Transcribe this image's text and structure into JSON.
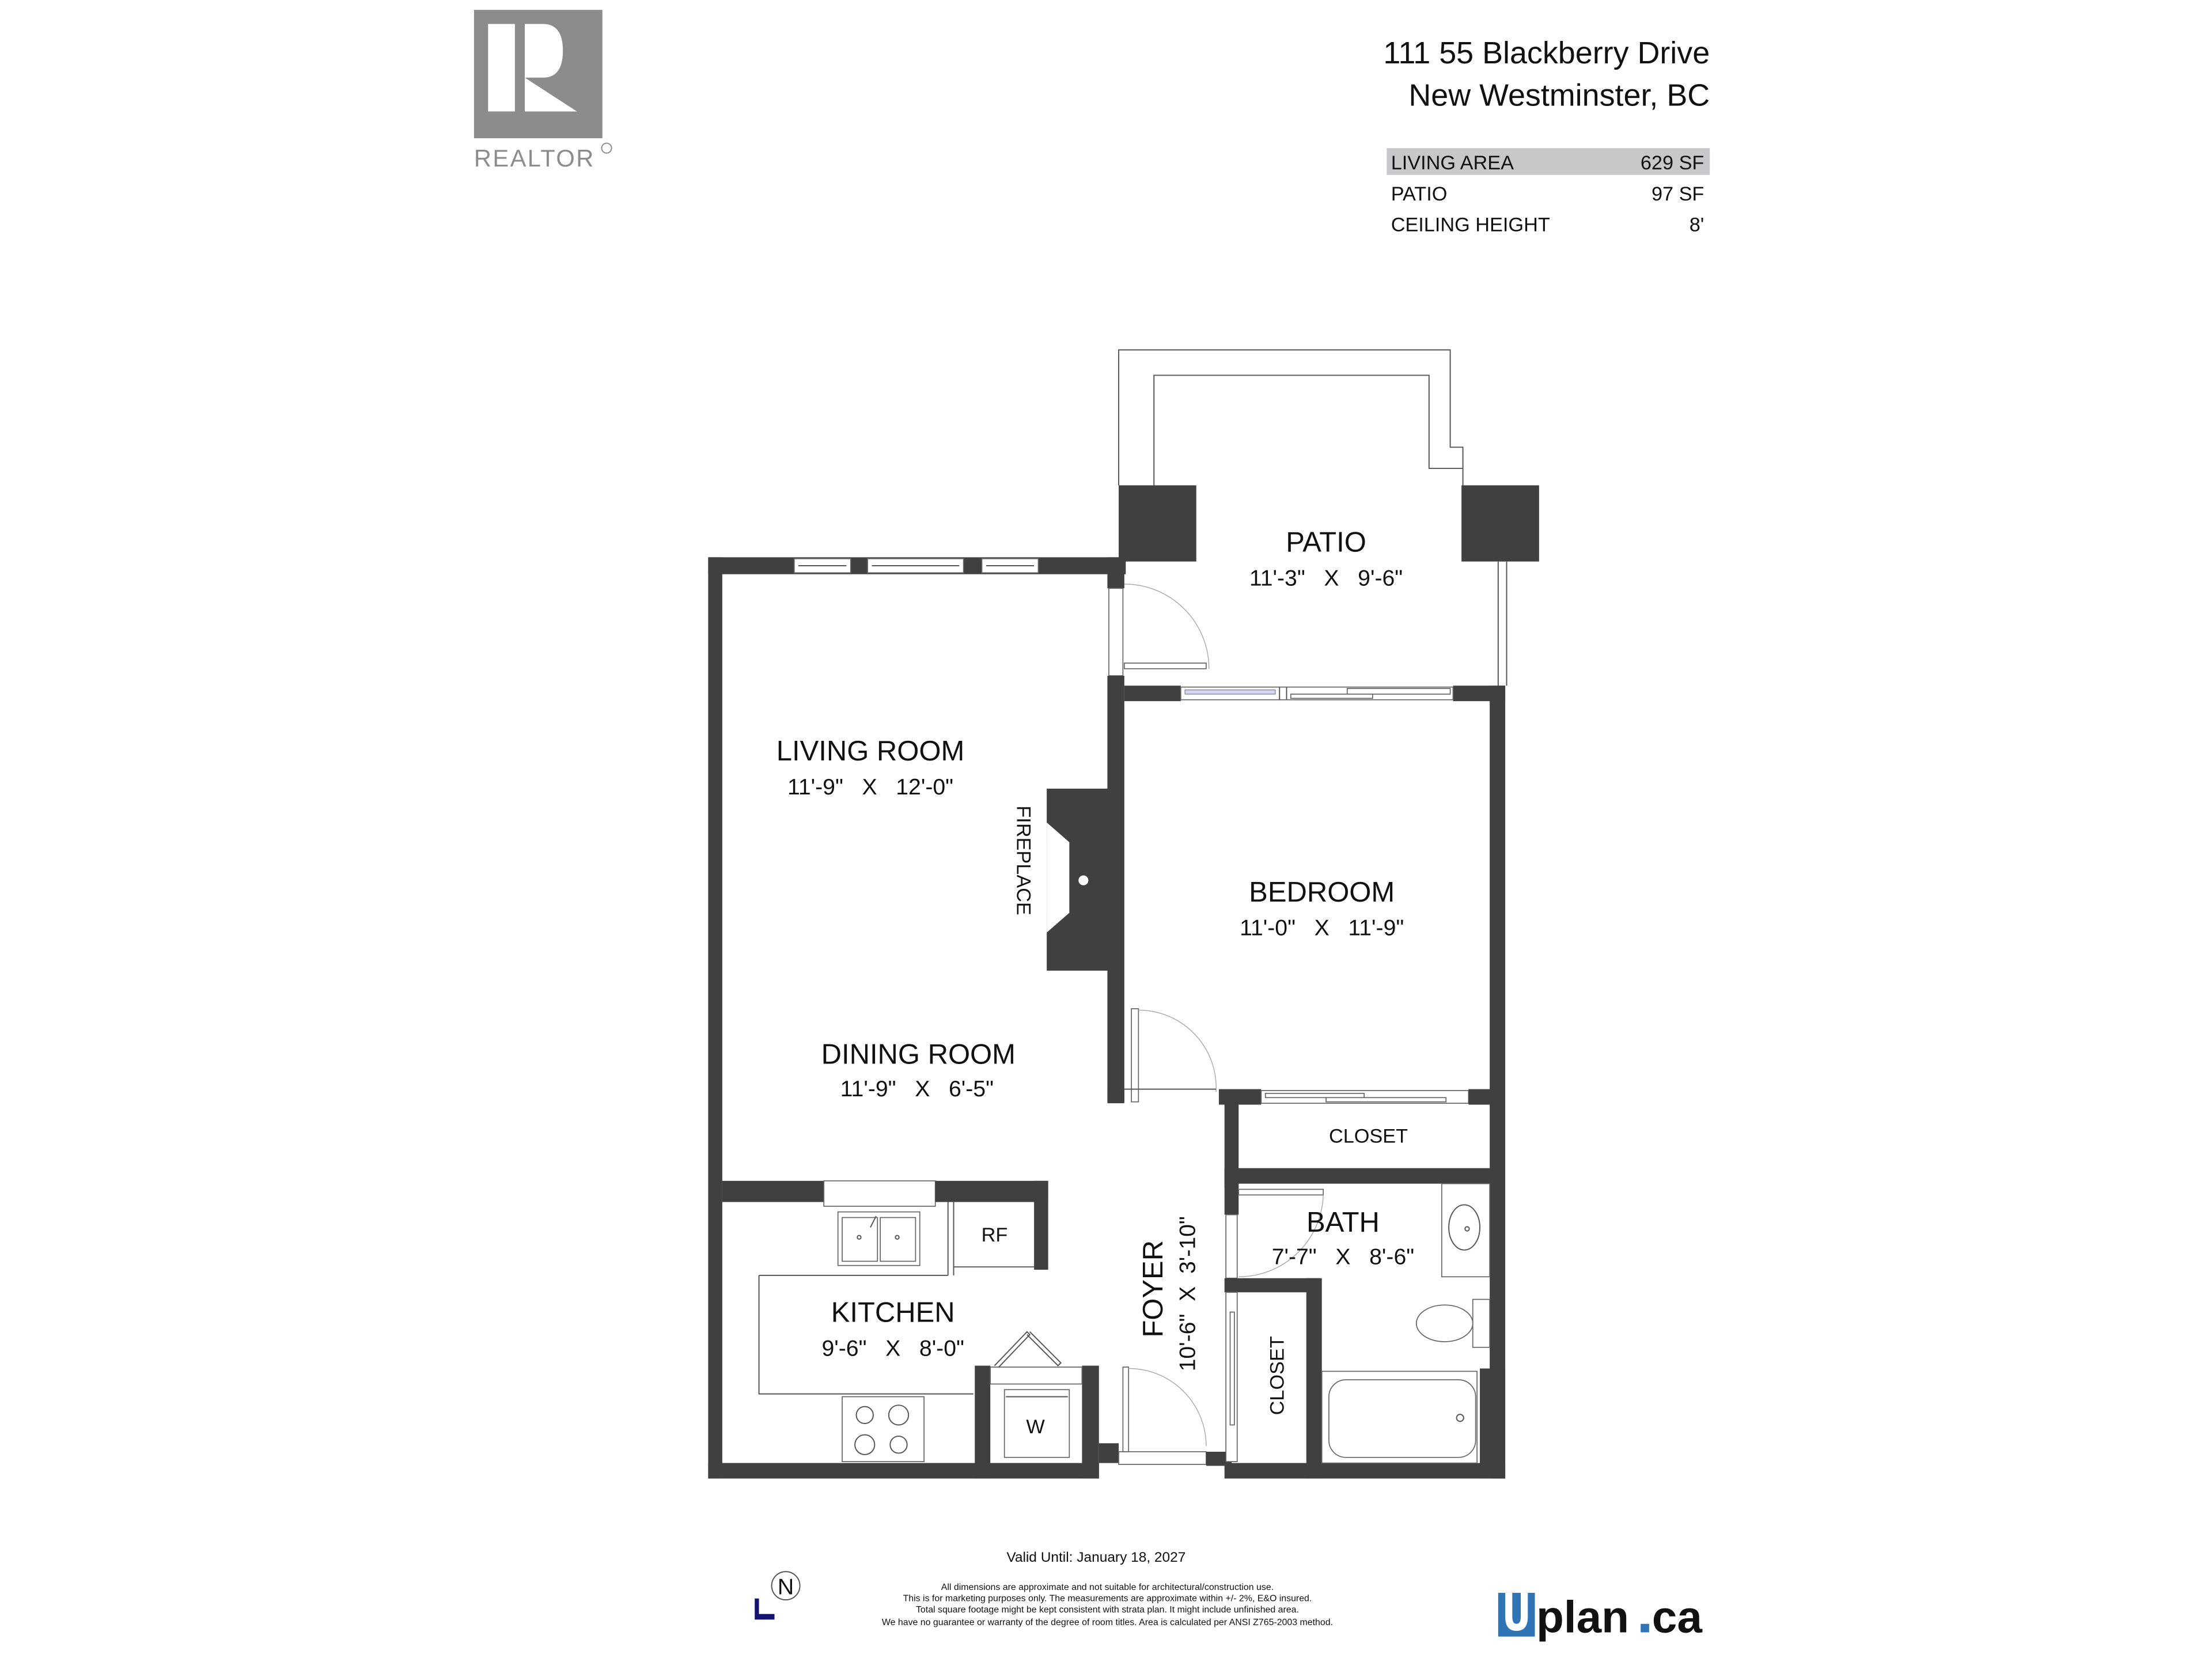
{
  "header": {
    "logo": {
      "text": "REALTOR",
      "mark": "®",
      "icon": "realtor-r-logo"
    },
    "address_line1": "111 55 Blackberry Drive",
    "address_line2": "New Westminster, BC",
    "summary": [
      {
        "label": "LIVING AREA",
        "value": "629 SF",
        "highlight": true
      },
      {
        "label": "PATIO",
        "value": "97 SF",
        "highlight": false
      },
      {
        "label": "CEILING HEIGHT",
        "value": "8'",
        "highlight": false
      }
    ]
  },
  "rooms": {
    "patio": {
      "name": "PATIO",
      "dims": "11'-3\"   X   9'-6\""
    },
    "living": {
      "name": "LIVING ROOM",
      "dims": "11'-9\"   X   12'-0\""
    },
    "dining": {
      "name": "DINING ROOM",
      "dims": "11'-9\"   X   6'-5\""
    },
    "bedroom": {
      "name": "BEDROOM",
      "dims": "11'-0\"   X   11'-9\""
    },
    "kitchen": {
      "name": "KITCHEN",
      "dims": "9'-6\"   X   8'-0\""
    },
    "foyer": {
      "name": "FOYER",
      "dims": "10'-6\"  X  3'-10\""
    },
    "bath": {
      "name": "BATH",
      "dims": "7'-7\"   X   8'-6\""
    },
    "closet_bedroom": {
      "name": "CLOSET"
    },
    "closet_foyer": {
      "name": "CLOSET"
    },
    "fireplace": {
      "name": "FIREPLACE"
    },
    "fridge": {
      "name": "RF"
    },
    "washer": {
      "name": "W"
    }
  },
  "footer": {
    "valid_until": "Valid Until: January 18, 2027",
    "disclaimer": [
      "All dimensions are approximate and not suitable for architectural/construction use.",
      "This is for marketing purposes only. The measurements are approximate within +/- 2%, E&O insured.",
      "Total square footage might be kept consistent with strata plan. It might include unfinished area.",
      "We have no guarantee or warranty of the degree of room titles. Area is calculated per ANSI Z765-2003 method."
    ],
    "compass": {
      "letter": "N",
      "icon": "north-compass-icon"
    },
    "brand": {
      "u": "U",
      "text": "plan",
      "dot": ".",
      "tld": "ca"
    }
  },
  "colors": {
    "wall": "#404040",
    "logo_gray": "#8c8c8c",
    "highlight_row": "#c8c8ca",
    "brand_blue": "#2f74b5",
    "compass_navy": "#14146e"
  }
}
